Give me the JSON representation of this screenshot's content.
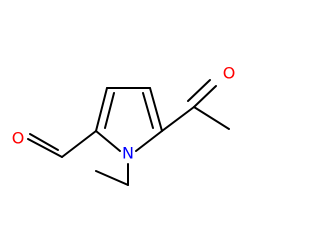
{
  "molecule": {
    "atoms": {
      "n1": "N",
      "o_aldehyde": "O",
      "o_ketone": "O"
    },
    "colors": {
      "bond": "#000000",
      "oxygen": "#ff0000",
      "nitrogen": "#0000ff",
      "background": "#ffffff"
    }
  }
}
